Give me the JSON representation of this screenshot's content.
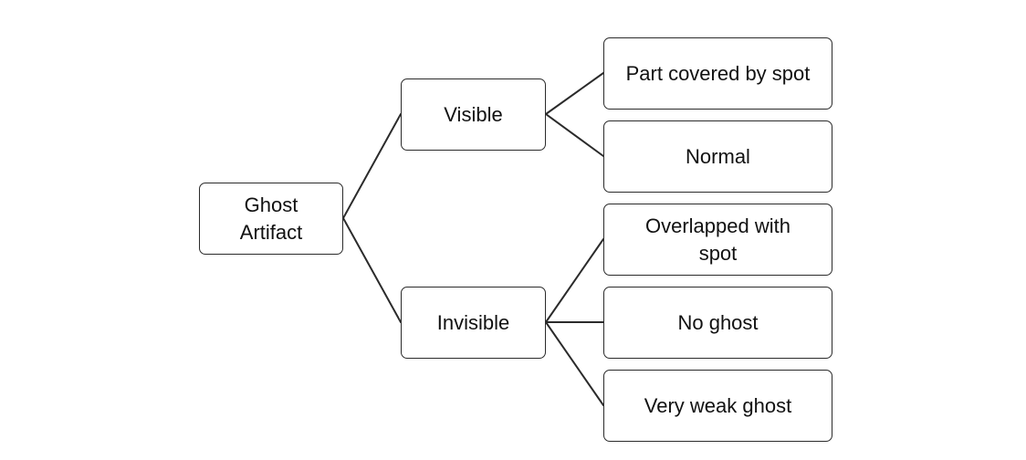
{
  "diagram": {
    "root": {
      "label": "Ghost\nArtifact"
    },
    "branches": [
      {
        "label": "Visible",
        "children": [
          {
            "label": "Part covered by spot"
          },
          {
            "label": "Normal"
          }
        ]
      },
      {
        "label": "Invisible",
        "children": [
          {
            "label": "Overlapped with\nspot"
          },
          {
            "label": "No ghost"
          },
          {
            "label": "Very weak ghost"
          }
        ]
      }
    ]
  }
}
